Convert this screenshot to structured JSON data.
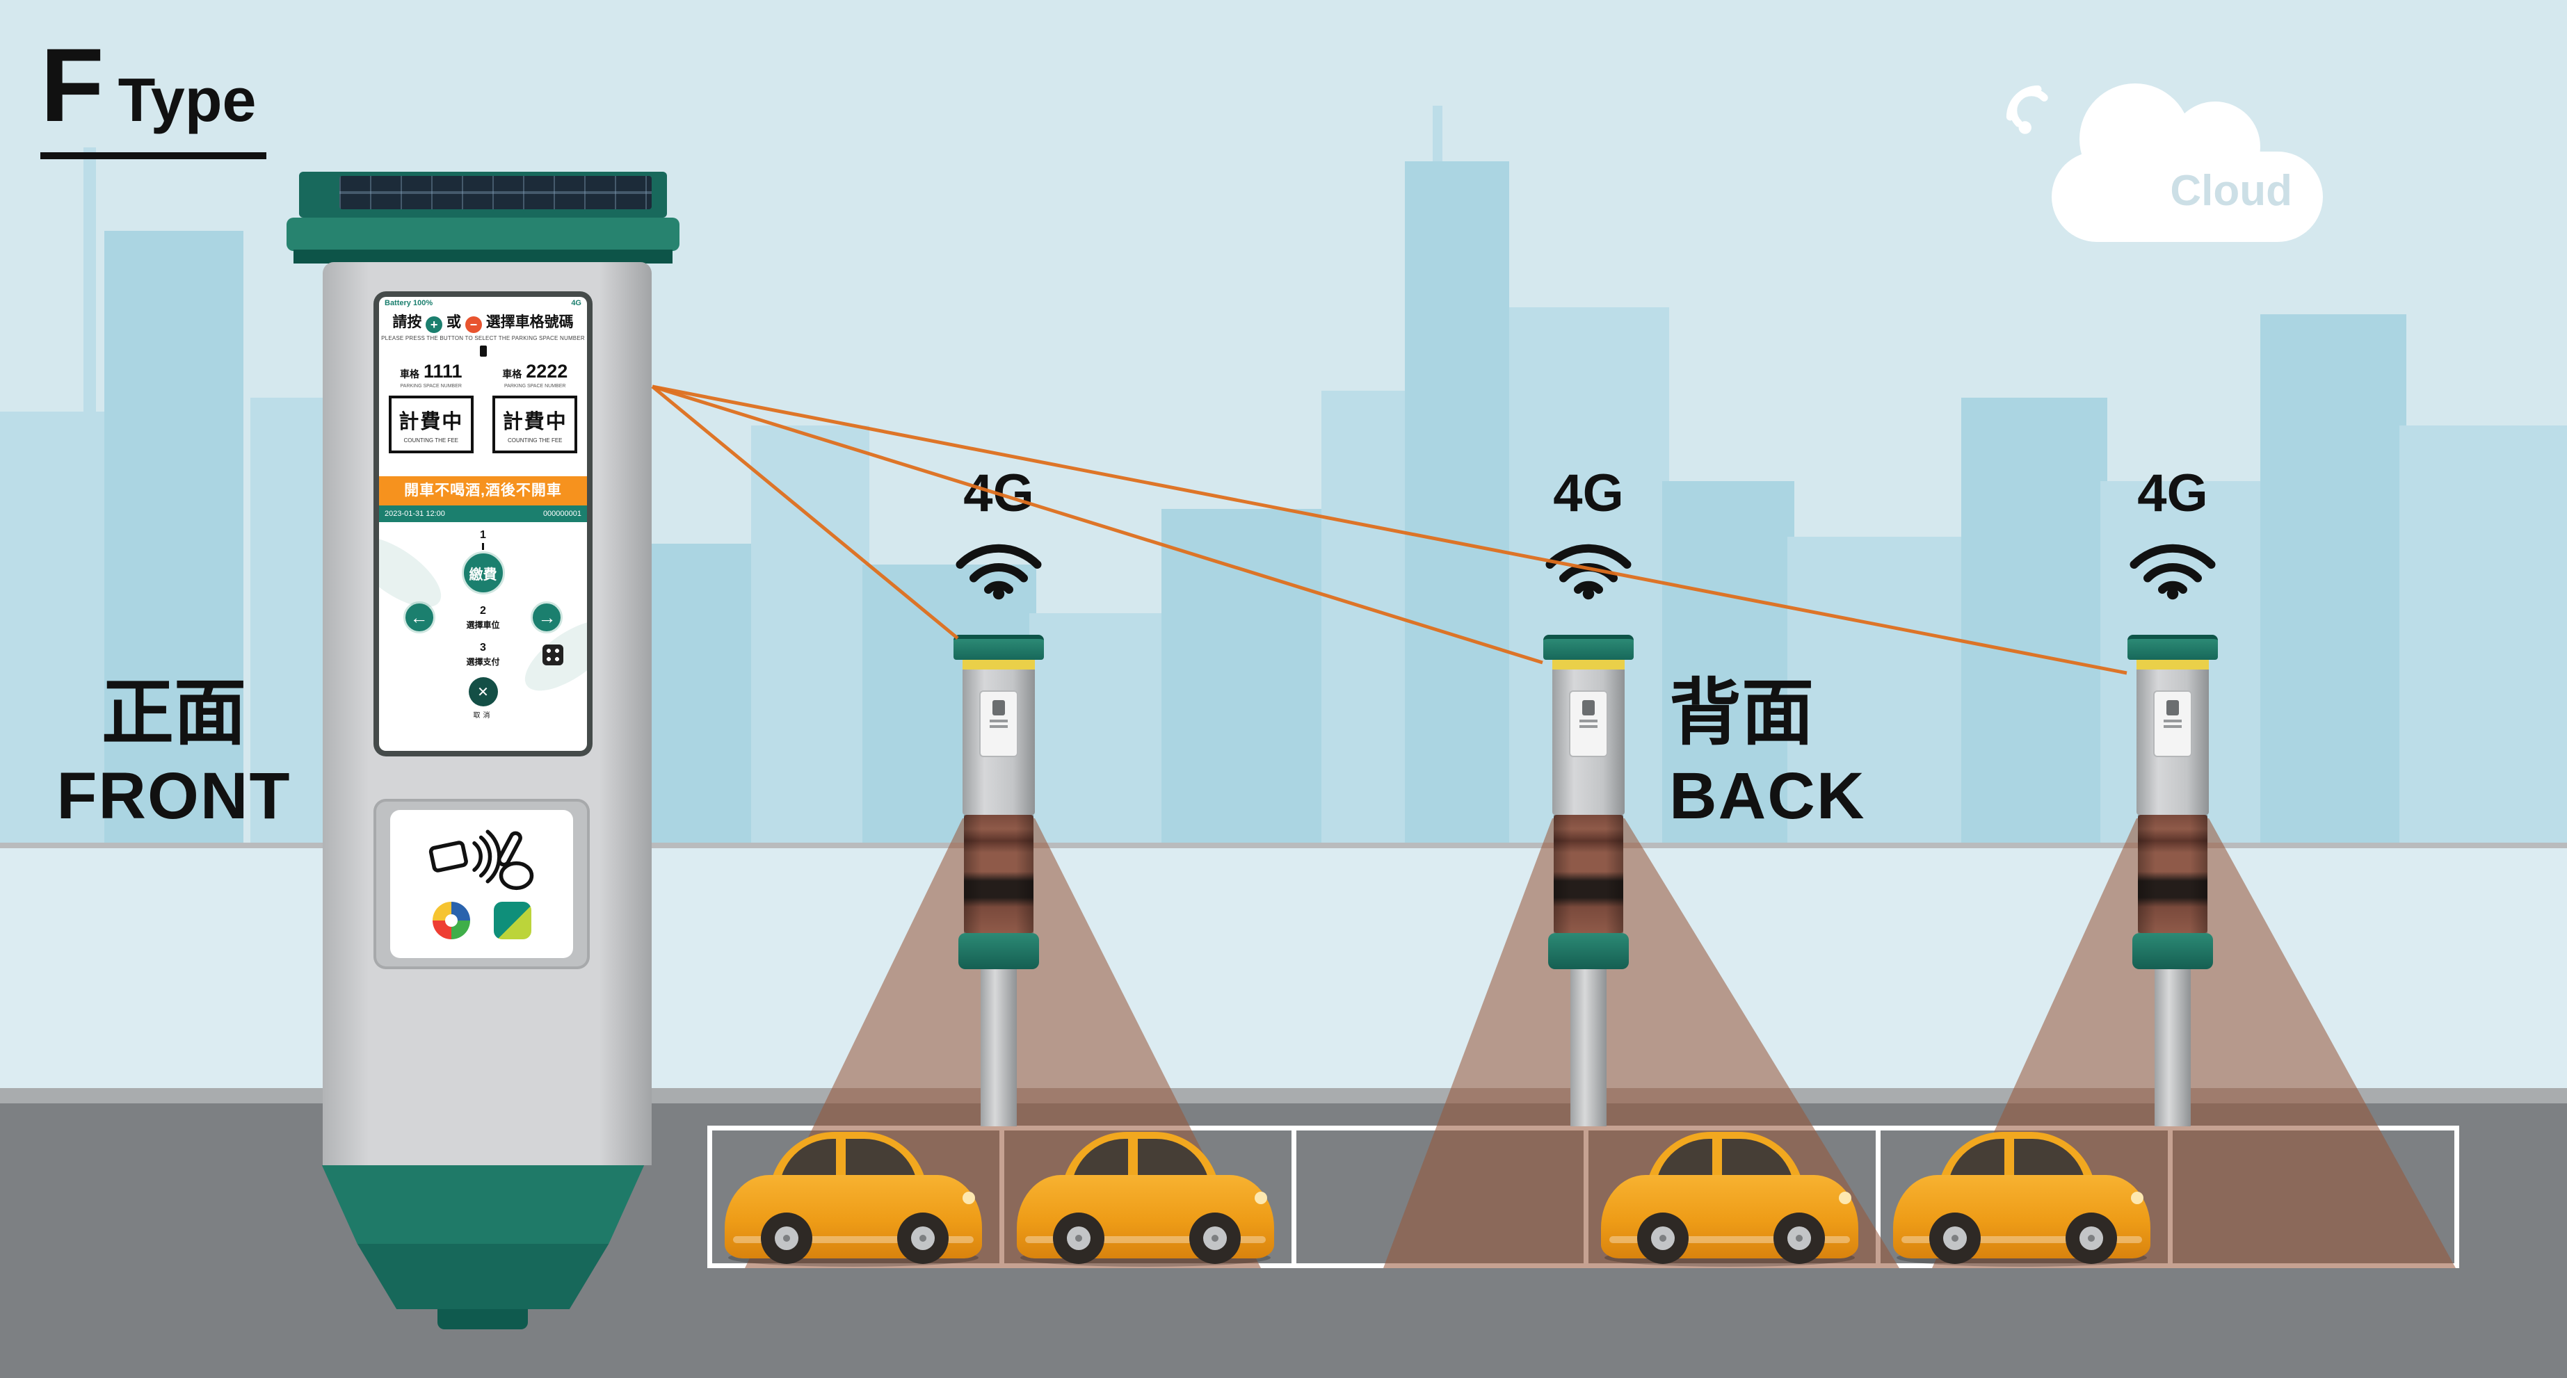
{
  "title": {
    "f": "F",
    "type": "Type"
  },
  "cloud": {
    "label": "Cloud"
  },
  "network": {
    "label": "4G"
  },
  "side_labels": {
    "front_zh": "正面",
    "front_en": "FRONT",
    "back_zh": "背面",
    "back_en": "BACK"
  },
  "icons": {
    "plus": "+",
    "minus": "−",
    "arrow_left": "←",
    "arrow_right": "→",
    "close": "✕"
  },
  "screen": {
    "status_left": "Battery 100%",
    "status_right": "4G",
    "header_zh_1": "請按",
    "header_zh_2": "或",
    "header_zh_3": "選擇車格號碼",
    "header_en": "PLEASE PRESS THE BUTTON TO SELECT THE PARKING SPACE NUMBER",
    "spaces": [
      {
        "label": "車格",
        "number": "1111",
        "caption": "PARKING SPACE NUMBER",
        "status": "計費中",
        "status_en": "COUNTING THE FEE"
      },
      {
        "label": "車格",
        "number": "2222",
        "caption": "PARKING SPACE NUMBER",
        "status": "計費中",
        "status_en": "COUNTING THE FEE"
      }
    ],
    "banner": "開車不喝酒,酒後不開車",
    "ticker_left": "2023-01-31 12:00",
    "ticker_right": "000000001",
    "steps": {
      "s1_num": "1",
      "s1_label": "繳費",
      "s2_num": "2",
      "s2_label": "選擇車位",
      "s3_num": "3",
      "s3_label": "選擇支付",
      "cancel": "取消"
    }
  }
}
